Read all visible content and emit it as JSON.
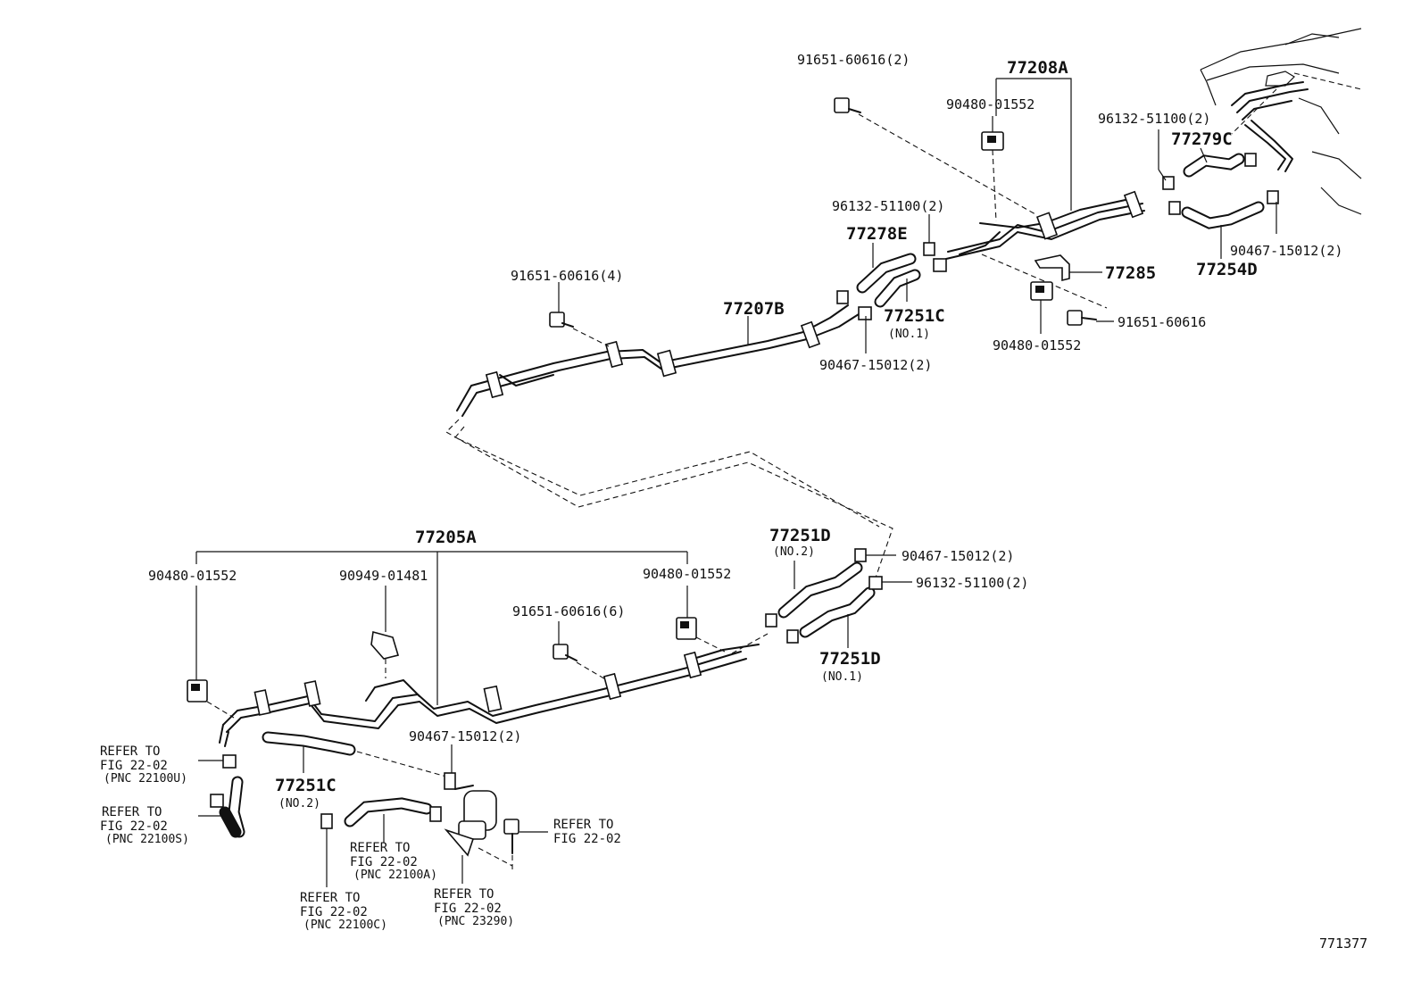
{
  "labels": {
    "bolt_top": "91651-60616(2)",
    "assy_top": "77208A",
    "clamp_top": "90480-01552",
    "clip_tr": "96132-51100(2)",
    "hose_tr": "77279C",
    "clip_mid": "96132-51100(2)",
    "hose_78e": "77278E",
    "bolt_left4": "91651-60616(4)",
    "pipe_207b": "77207B",
    "hose_251c": "77251C",
    "hose_251c_no": "(NO.1)",
    "clamp_mid2": "90467-15012(2)",
    "bracket": "77285",
    "bolt_single": "91651-60616",
    "clamp_lower": "90480-01552",
    "clamp_tr2": "90467-15012(2)",
    "hose_254d": "77254D",
    "assy_main": "77205A",
    "clamp_left": "90480-01552",
    "grommet": "90949-01481",
    "clamp_right": "90480-01552",
    "bolt6": "91651-60616(6)",
    "hose_251d_top": "77251D",
    "hose_251d_top_no": "(NO.2)",
    "clamp_251d": "90467-15012(2)",
    "clip_251d": "96132-51100(2)",
    "hose_251d_bot": "77251D",
    "hose_251d_bot_no": "(NO.1)",
    "clamp_bottom": "90467-15012(2)",
    "hose_251c_bot": "77251C",
    "hose_251c_bot_no": "(NO.2)",
    "figure_id": "771377"
  },
  "refs": {
    "ref_u": [
      "REFER TO",
      "FIG 22-02",
      "(PNC 22100U)"
    ],
    "ref_s": [
      "REFER TO",
      "FIG 22-02",
      "(PNC 22100S)"
    ],
    "ref_a": [
      "REFER TO",
      "FIG 22-02",
      "(PNC 22100A)"
    ],
    "ref_c": [
      "REFER TO",
      "FIG 22-02",
      "(PNC 22100C)"
    ],
    "ref_23290": [
      "REFER TO",
      "FIG 22-02",
      "(PNC 23290)"
    ],
    "ref_bolt": [
      "REFER TO",
      "FIG 22-02"
    ]
  }
}
